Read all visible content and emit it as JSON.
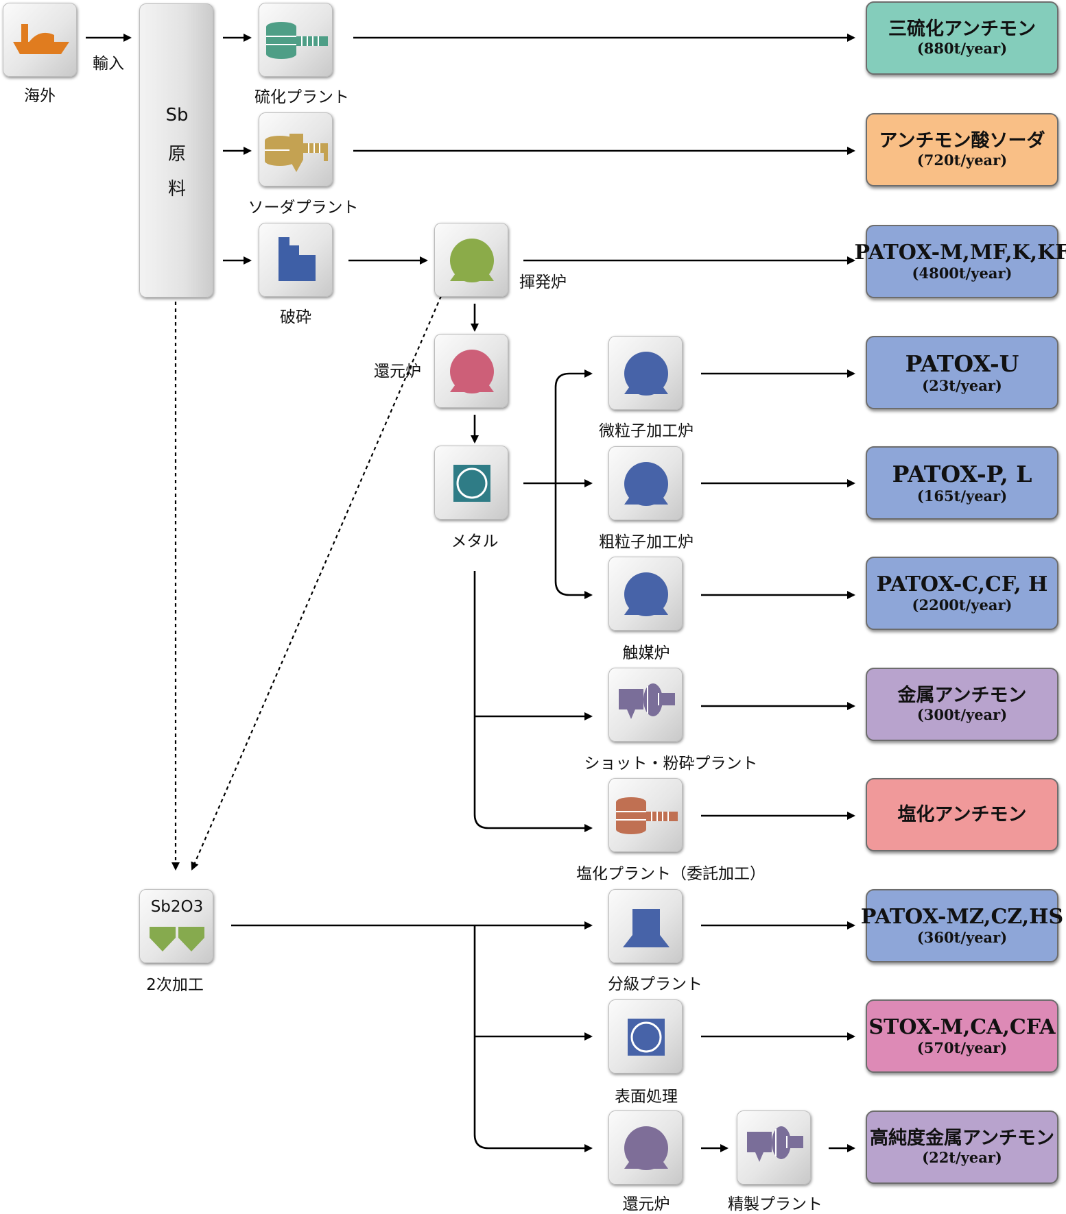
{
  "nodes": {
    "overseas": "海外",
    "import": "輸入",
    "raw_material": [
      "Sb",
      "原",
      "料"
    ],
    "sulfide_plant": "硫化プラント",
    "soda_plant": "ソーダプラント",
    "crushing": "破砕",
    "volatilization_furnace": "揮発炉",
    "reduction_furnace": "還元炉",
    "metal": "メタル",
    "fine_particle_furnace": "微粒子加工炉",
    "coarse_particle_furnace": "粗粒子加工炉",
    "catalyst_furnace": "触媒炉",
    "shot_grinding_plant": "ショット・粉砕プラント",
    "chloride_plant": "塩化プラント（委託加工）",
    "sb2o3": "Sb2O3",
    "secondary_processing": "2次加工",
    "classification_plant": "分級プラント",
    "surface_treatment": "表面処理",
    "reduction_furnace_2": "還元炉",
    "refining_plant": "精製プラント"
  },
  "products": [
    {
      "name": "三硫化アンチモン",
      "capacity": "(880t/year)",
      "color": "#84cdbb"
    },
    {
      "name": "アンチモン酸ソーダ",
      "capacity": "(720t/year)",
      "color": "#f9bf86"
    },
    {
      "name": "PATOX-M,MF,K,KF",
      "capacity": "(4800t/year)",
      "color": "#8ea6d8"
    },
    {
      "name": "PATOX-U",
      "capacity": "(23t/year)",
      "color": "#8ea6d8"
    },
    {
      "name": "PATOX-P, L",
      "capacity": "(165t/year)",
      "color": "#8ea6d8"
    },
    {
      "name": "PATOX-C,CF, H",
      "capacity": "(2200t/year)",
      "color": "#8ea6d8"
    },
    {
      "name": "金属アンチモン",
      "capacity": "(300t/year)",
      "color": "#b8a3cd"
    },
    {
      "name": "塩化アンチモン",
      "capacity": "",
      "color": "#f0999a"
    },
    {
      "name": "PATOX-MZ,CZ,HS",
      "capacity": "(360t/year)",
      "color": "#8ea6d8"
    },
    {
      "name": "STOX-M,CA,CFA",
      "capacity": "(570t/year)",
      "color": "#dd8ab6"
    },
    {
      "name": "高純度金属アンチモン",
      "capacity": "(22t/year)",
      "color": "#b8a3cd"
    }
  ],
  "icon_colors": {
    "ship": "#e07c1f",
    "sulfide": "#4e9e86",
    "soda": "#c4a252",
    "crusher": "#3e5fa6",
    "volatilization": "#8bab49",
    "reduction": "#cd5f78",
    "metal": "#2f7c86",
    "furnace_blue": "#4763a8",
    "shot": "#7a6e99",
    "chloride": "#c07052",
    "sb2o3": "#86aa4e",
    "reduction_2": "#7e6e98"
  },
  "icons": {
    "overseas": "ship-icon",
    "sulfide_plant": "tank-compressor-icon",
    "soda_plant": "mixer-tank-icon",
    "crushing": "crusher-icon",
    "furnaces": "round-furnace-icon",
    "metal": "metal-ingot-icon",
    "shot_grinding_plant": "grinder-icon",
    "sb2o3": "hopper-icon",
    "classification_plant": "classifier-icon",
    "surface_treatment": "surface-treatment-icon"
  }
}
